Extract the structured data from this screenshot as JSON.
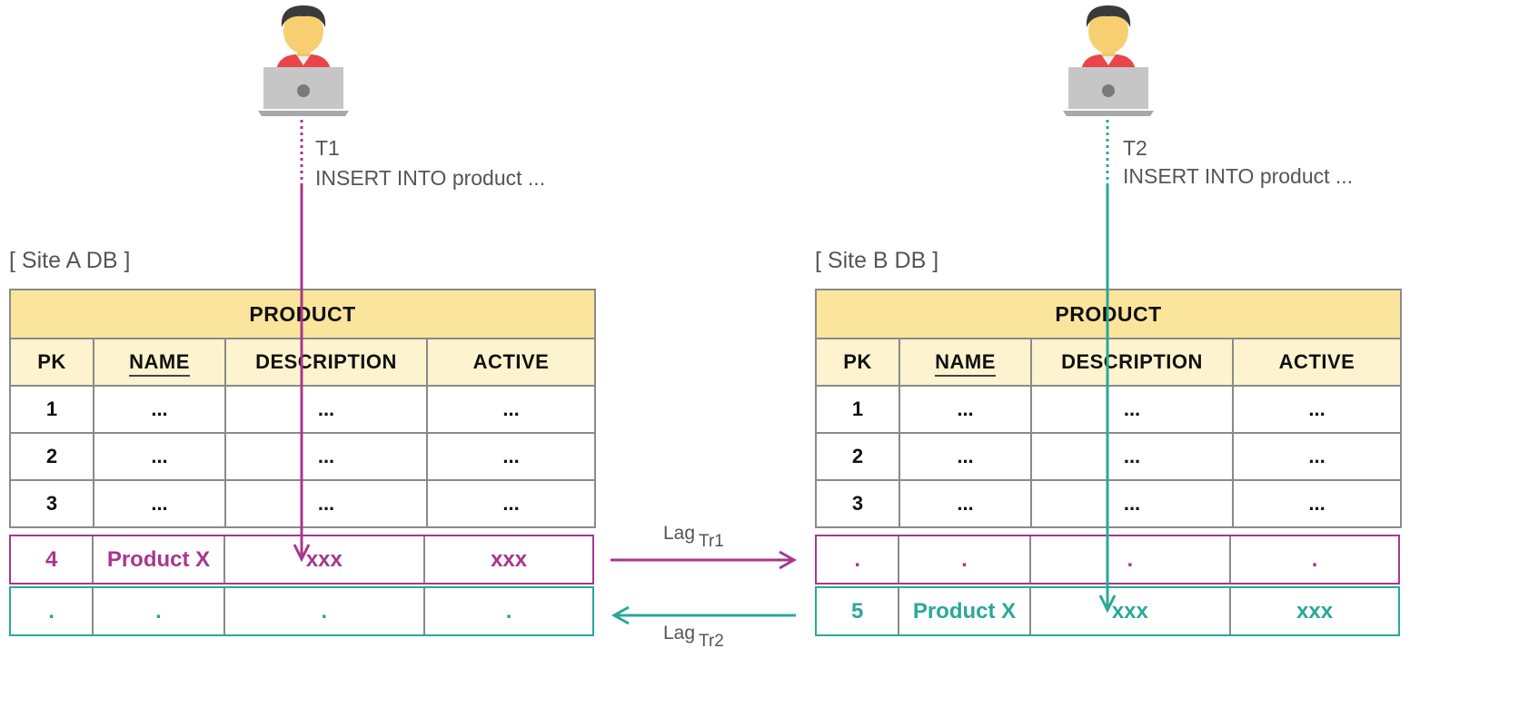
{
  "colors": {
    "magenta": "#a8378d",
    "teal": "#2aa898",
    "header_fill": "#fbe59c",
    "subheader_fill": "#fdf3cf"
  },
  "user_a": {
    "icon": "user-laptop-icon",
    "tx_id": "T1",
    "statement": "INSERT INTO product ..."
  },
  "user_b": {
    "icon": "user-laptop-icon",
    "tx_id": "T2",
    "statement": "INSERT INTO product ..."
  },
  "site_a": {
    "label": "[ Site A DB ]",
    "table_title": "PRODUCT",
    "columns": [
      "PK",
      "NAME",
      "DESCRIPTION",
      "ACTIVE"
    ],
    "rows": [
      [
        "1",
        "...",
        "...",
        "..."
      ],
      [
        "2",
        "...",
        "...",
        "..."
      ],
      [
        "3",
        "...",
        "...",
        "..."
      ]
    ],
    "local_row": [
      "4",
      "Product X",
      "xxx",
      "xxx"
    ],
    "replicated_row": [
      ".",
      ".",
      ".",
      "."
    ]
  },
  "site_b": {
    "label": "[ Site B DB ]",
    "table_title": "PRODUCT",
    "columns": [
      "PK",
      "NAME",
      "DESCRIPTION",
      "ACTIVE"
    ],
    "rows": [
      [
        "1",
        "...",
        "...",
        "..."
      ],
      [
        "2",
        "...",
        "...",
        "..."
      ],
      [
        "3",
        "...",
        "...",
        "..."
      ]
    ],
    "replicated_row": [
      ".",
      ".",
      ".",
      "."
    ],
    "local_row": [
      "5",
      "Product X",
      "xxx",
      "xxx"
    ]
  },
  "lag_1": {
    "label": "Lag",
    "sub": "Tr1"
  },
  "lag_2": {
    "label": "Lag",
    "sub": "Tr2"
  }
}
